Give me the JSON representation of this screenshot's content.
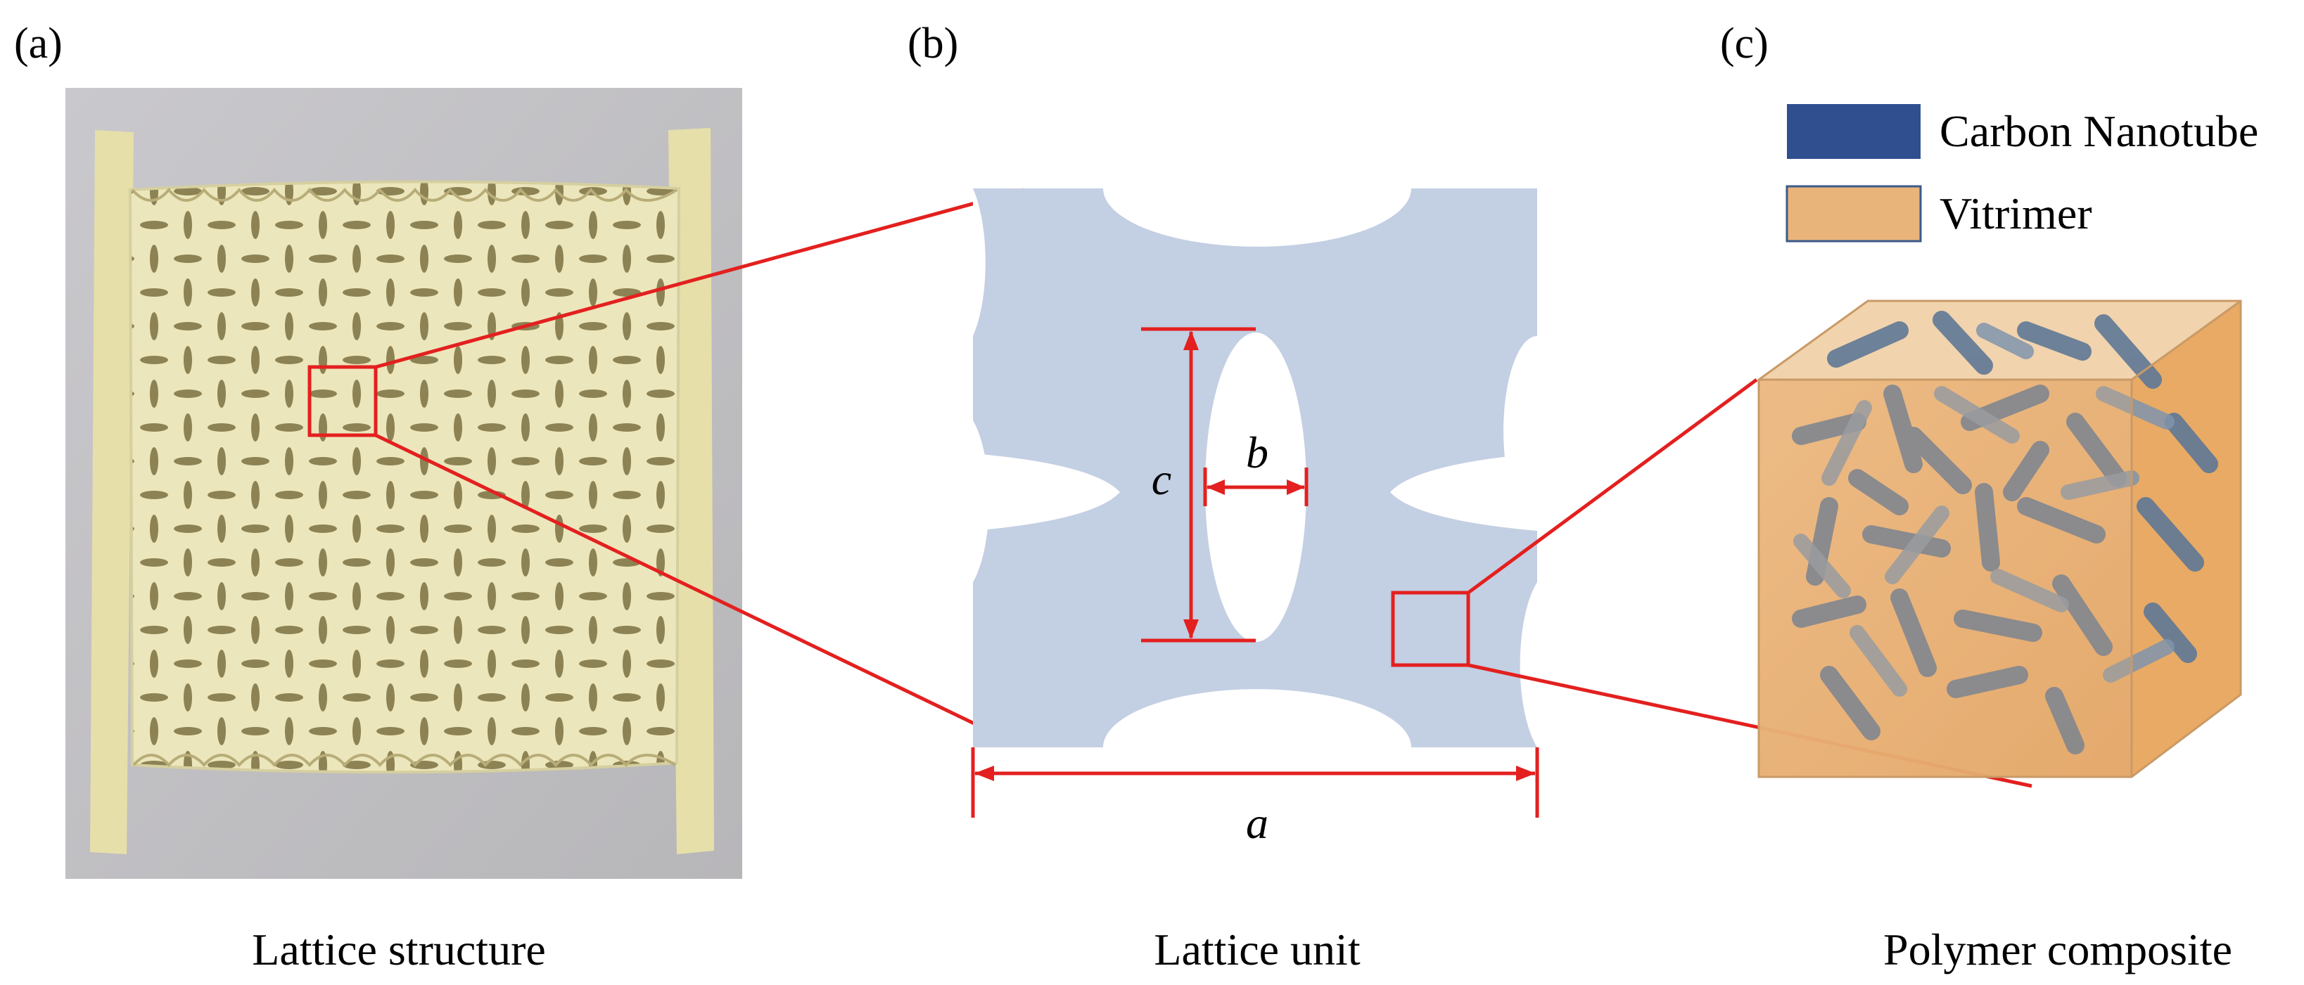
{
  "panels": {
    "a": {
      "label": "(a)",
      "caption": "Lattice structure"
    },
    "b": {
      "label": "(b)",
      "caption": "Lattice unit",
      "dimensions": {
        "a": "a",
        "b": "b",
        "c": "c"
      }
    },
    "c": {
      "label": "(c)",
      "caption": "Polymer composite",
      "legend": [
        {
          "label": "Carbon Nanotube",
          "color": "#2f4f8f"
        },
        {
          "label": "Vitrimer",
          "color": "#e9b47a"
        }
      ]
    }
  },
  "colors": {
    "callout_red": "#e3201f",
    "lattice_unit_fill": "#c3cfe3",
    "printed_lattice": "#ebe6bd",
    "photo_background": "#bfbfc1",
    "cube_face": "#e9b47a",
    "nanotube": "#5f7896"
  }
}
